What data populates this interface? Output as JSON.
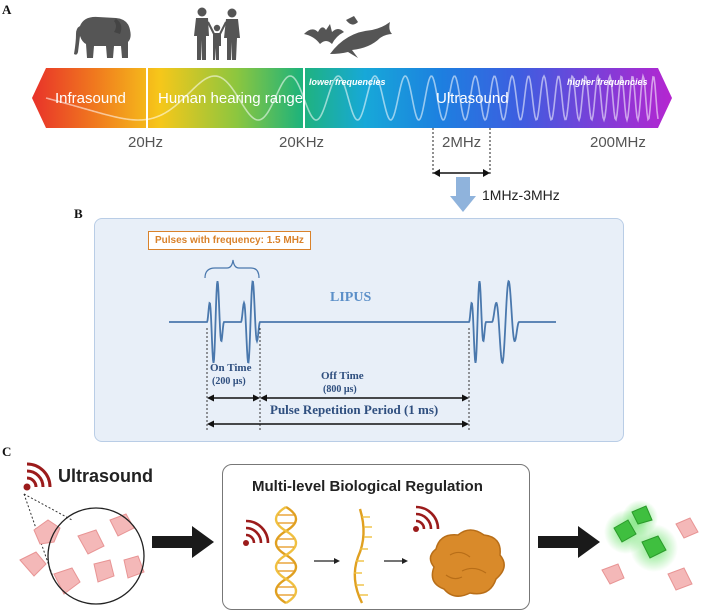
{
  "panels": {
    "a": "A",
    "b": "B",
    "c": "C"
  },
  "spectrum": {
    "bands": {
      "infrasound": "Infrasound",
      "hearing": "Human hearing range",
      "ultrasound": "Ultrasound",
      "lower": "lower frequencies",
      "higher": "higher frequencies"
    },
    "ticks": [
      "20Hz",
      "20KHz",
      "2MHz",
      "200MHz"
    ],
    "range_label": "1MHz-3MHz"
  },
  "lipus": {
    "pulse_callout": "Pulses with frequency: 1.5 MHz",
    "title": "LIPUS",
    "on_time": "On Time",
    "on_time_value": "(200 μs)",
    "off_time": "Off Time",
    "off_time_value": "(800 μs)",
    "period": "Pulse Repetition Period (1 ms)",
    "break_mark": "//"
  },
  "bio": {
    "ultrasound_label": "Ultrasound",
    "regulation_title": "Multi-level Biological Regulation"
  },
  "colors": {
    "panel_bg": "#e8eff8",
    "panel_border": "#b9cde6",
    "wave": "#4a78ad",
    "title_blue": "#5b8fc8",
    "label_blue": "#2f4f7f",
    "callout": "#d9822b",
    "arrow_blue": "#8fb3dc",
    "ultra_red": "#9b1b1b"
  }
}
